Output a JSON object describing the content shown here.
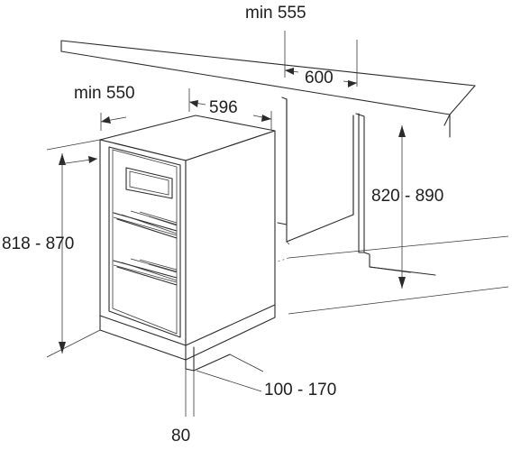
{
  "dimensions": {
    "cabinet_depth_min": "min 555",
    "cabinet_width": "600",
    "appliance_width_min": "min 550",
    "appliance_depth": "596",
    "niche_height": "820 - 890",
    "appliance_height": "818 - 870",
    "plinth_height": "100 - 170",
    "plinth_depth": "80"
  }
}
